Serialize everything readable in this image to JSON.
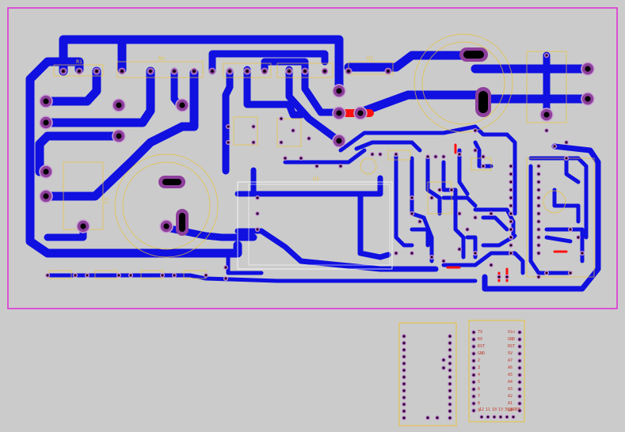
{
  "board": {
    "outline_color": "#e02ad8",
    "copper_color": "#1010e0",
    "silk_color": "#e8c23a",
    "pad_color": "#8e3f9c",
    "highlight_color": "#ff1010"
  },
  "components": {
    "r1": "R1",
    "r2": "R2",
    "u1": "U1",
    "c1": "C1",
    "d1": "D1"
  },
  "modules": {
    "right_pins_left": [
      "TX",
      "RX",
      "RST",
      "GND",
      "2",
      "3",
      "4",
      "5",
      "6",
      "7",
      "8",
      "9"
    ],
    "right_pins_right": [
      "Vin",
      "GND",
      "RST",
      "5V",
      "A7",
      "A6",
      "A5",
      "A4",
      "A3",
      "A2",
      "A1",
      "A0"
    ],
    "right_pins_bottom": [
      "12",
      "11",
      "10",
      "13",
      "3V3",
      "AREF"
    ]
  }
}
